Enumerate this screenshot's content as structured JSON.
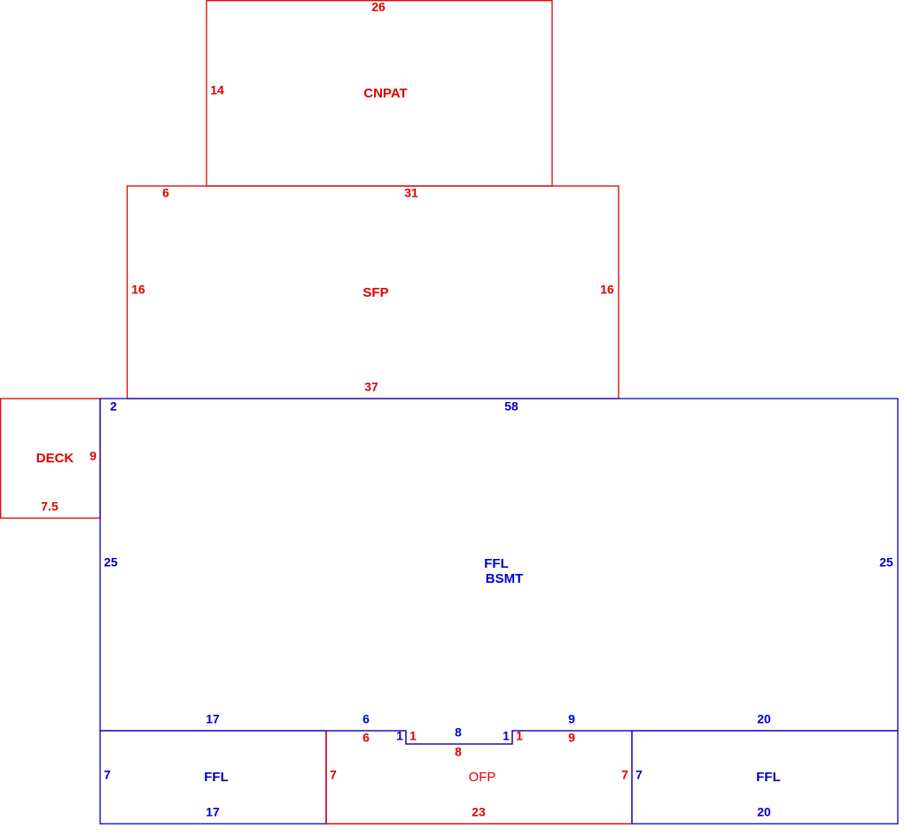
{
  "colors": {
    "red": "#dd0000",
    "blue": "#0000c8"
  },
  "areas": {
    "cnpat": "CNPAT",
    "sfp": "SFP",
    "deck": "DECK",
    "ffl_main": "FFL",
    "bsmt": "BSMT",
    "ffl_left": "FFL",
    "ofp": "OFP",
    "ffl_right": "FFL"
  },
  "dimensions": {
    "cnpat_top": "26",
    "cnpat_left": "14",
    "sfp_left_offset": "6",
    "sfp_top": "31",
    "sfp_left": "16",
    "sfp_right": "16",
    "sfp_bottom": "37",
    "deck_side": "9",
    "deck_bottom": "7.5",
    "main_top_offset": "2",
    "main_top": "58",
    "main_left": "25",
    "main_right": "25",
    "main_bottom_left": "17",
    "main_bottom_notch_left": "6",
    "main_notch_left_jog": "1",
    "main_notch_bottom": "8",
    "main_notch_right_jog": "1",
    "main_bottom_notch_right": "9",
    "main_bottom_right": "20",
    "ofp_left_top": "6",
    "ofp_left_jog": "1",
    "ofp_notch": "8",
    "ofp_right_jog": "1",
    "ofp_right_top": "9",
    "ofp_left": "7",
    "ofp_right": "7",
    "ofp_bottom": "23",
    "ffl_left_side": "7",
    "ffl_left_bottom": "17",
    "ffl_right_side": "7",
    "ffl_right_bottom": "20"
  }
}
